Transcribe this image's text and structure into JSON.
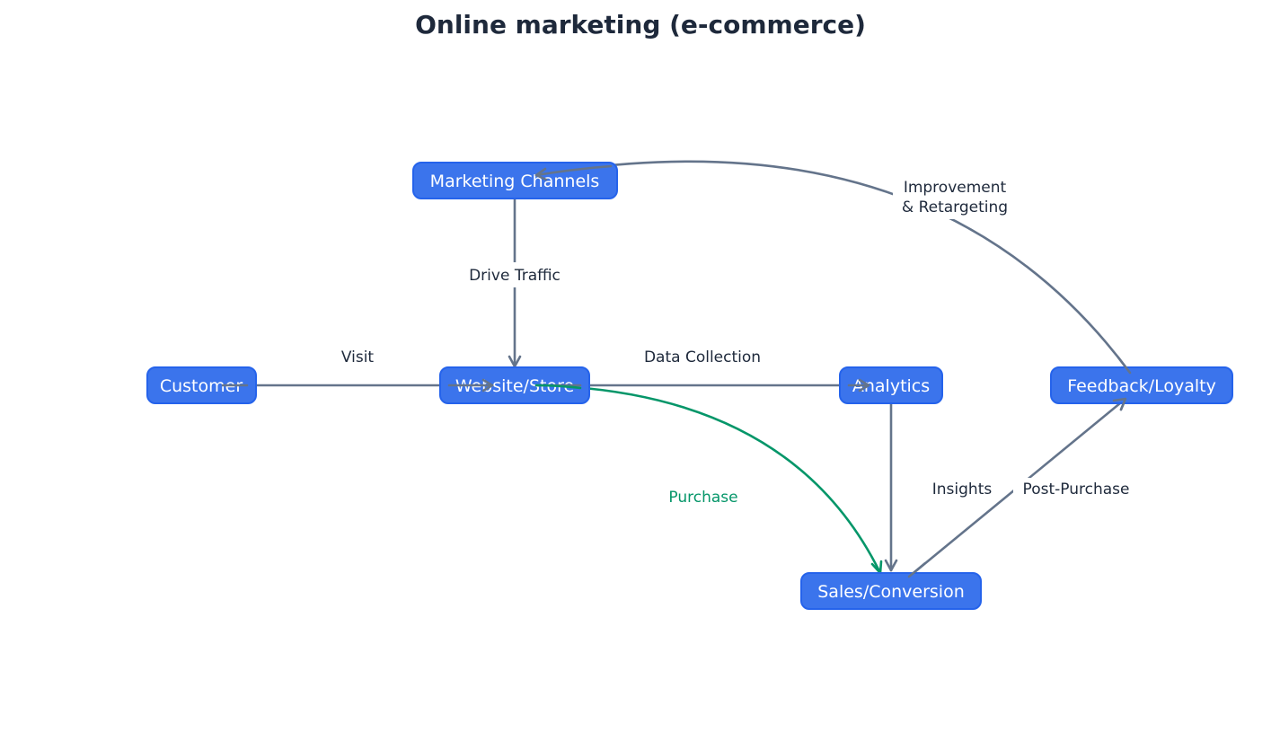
{
  "title": "Online marketing (e-commerce)",
  "nodes": {
    "marketing": "Marketing Channels",
    "customer": "Customer",
    "website": "Website/Store",
    "analytics": "Analytics",
    "feedback": "Feedback/Loyalty",
    "sales": "Sales/Conversion"
  },
  "edges": {
    "drive_traffic": "Drive Traffic",
    "visit": "Visit",
    "data_collection": "Data Collection",
    "purchase": "Purchase",
    "insights": "Insights",
    "post_purchase": "Post-Purchase",
    "improvement_line1": "Improvement",
    "improvement_line2": "& Retargeting"
  },
  "colors": {
    "node_fill": "#3b74ec",
    "edge_gray": "#64748b",
    "edge_green": "#059669",
    "title": "#1e293b"
  }
}
